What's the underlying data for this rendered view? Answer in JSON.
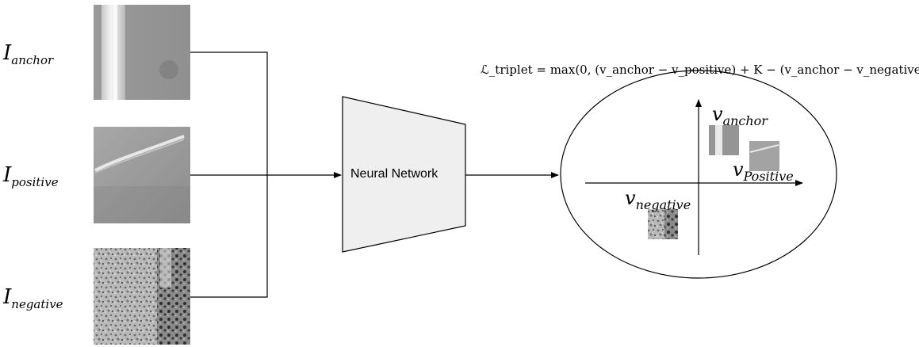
{
  "inputs": {
    "anchor": {
      "symbol": "I",
      "subscript": "anchor"
    },
    "positive": {
      "symbol": "I",
      "subscript": "positive"
    },
    "negative": {
      "symbol": "I",
      "subscript": "negative"
    }
  },
  "network": {
    "label": "Neural Network"
  },
  "loss": {
    "formula": "ℒ_triplet = max(0, (v_anchor − v_positive) + K − (v_anchor − v_negative)"
  },
  "embedding": {
    "anchor": {
      "symbol": "v",
      "subscript": "anchor"
    },
    "positive": {
      "symbol": "v",
      "subscript": "Positive"
    },
    "negative": {
      "symbol": "v",
      "subscript": "negative"
    }
  },
  "colors": {
    "network_fill": "#efefef",
    "stroke": "#000000"
  },
  "icons": {
    "anchor_image": "grayscale-texture-bright-stripe",
    "positive_image": "grayscale-texture-diagonal-streak",
    "negative_image": "grayscale-texture-speckled"
  }
}
